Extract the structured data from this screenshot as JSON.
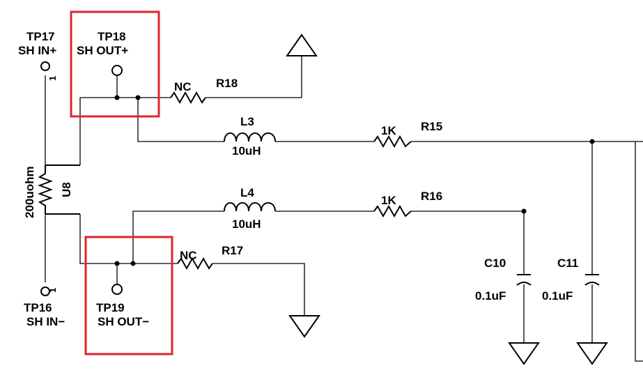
{
  "test_points": {
    "tp17": {
      "ref": "TP17",
      "name": "SH IN+",
      "pin": "1"
    },
    "tp18": {
      "ref": "TP18",
      "name": "SH OUT+"
    },
    "tp16": {
      "ref": "TP16",
      "name": "SH IN−",
      "pin": "1"
    },
    "tp19": {
      "ref": "TP19",
      "name": "SH OUT−"
    }
  },
  "components": {
    "r18": {
      "ref": "R18",
      "value": "NC"
    },
    "r17": {
      "ref": "R17",
      "value": "NC"
    },
    "l3": {
      "ref": "L3",
      "value": "10uH"
    },
    "l4": {
      "ref": "L4",
      "value": "10uH"
    },
    "r15": {
      "ref": "R15",
      "value": "1K"
    },
    "r16": {
      "ref": "R16",
      "value": "1K"
    },
    "u8": {
      "ref": "U8",
      "value": "200uohm"
    },
    "c10": {
      "ref": "C10",
      "value": "0.1uF"
    },
    "c11": {
      "ref": "C11",
      "value": "0.1uF"
    }
  },
  "highlight_color": "#e0242c"
}
